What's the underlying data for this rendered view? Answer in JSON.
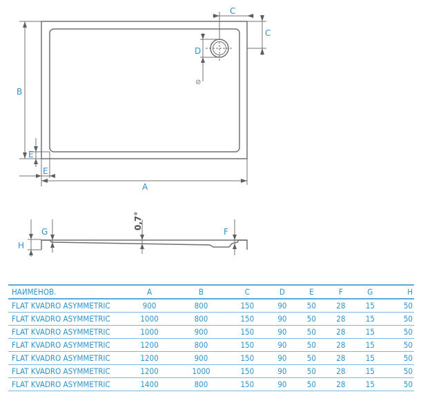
{
  "drawing": {
    "labels": {
      "A": "A",
      "B": "B",
      "C": "C",
      "D": "D",
      "E": "E",
      "F": "F",
      "G": "G",
      "H": "H",
      "slope": "0,7°",
      "diameter": "⊘"
    }
  },
  "table": {
    "headers": [
      "НАИМЕНОВ.",
      "A",
      "B",
      "C",
      "D",
      "E",
      "F",
      "G",
      "H"
    ],
    "rows": [
      [
        "FLAT KVADRO ASYMMETRIC",
        "900",
        "800",
        "150",
        "90",
        "50",
        "28",
        "15",
        "50"
      ],
      [
        "FLAT KVADRO ASYMMETRIC",
        "1000",
        "800",
        "150",
        "90",
        "50",
        "28",
        "15",
        "50"
      ],
      [
        "FLAT KVADRO ASYMMETRIC",
        "1000",
        "900",
        "150",
        "90",
        "50",
        "28",
        "15",
        "50"
      ],
      [
        "FLAT KVADRO ASYMMETRIC",
        "1200",
        "800",
        "150",
        "90",
        "50",
        "28",
        "15",
        "50"
      ],
      [
        "FLAT KVADRO ASYMMETRIC",
        "1200",
        "900",
        "150",
        "90",
        "50",
        "28",
        "15",
        "50"
      ],
      [
        "FLAT KVADRO ASYMMETRIC",
        "1200",
        "1000",
        "150",
        "90",
        "50",
        "28",
        "15",
        "50"
      ],
      [
        "FLAT KVADRO ASYMMETRIC",
        "1400",
        "800",
        "150",
        "90",
        "50",
        "28",
        "15",
        "50"
      ]
    ]
  },
  "colors": {
    "accent": "#2d93c9",
    "line": "#6e7073"
  }
}
